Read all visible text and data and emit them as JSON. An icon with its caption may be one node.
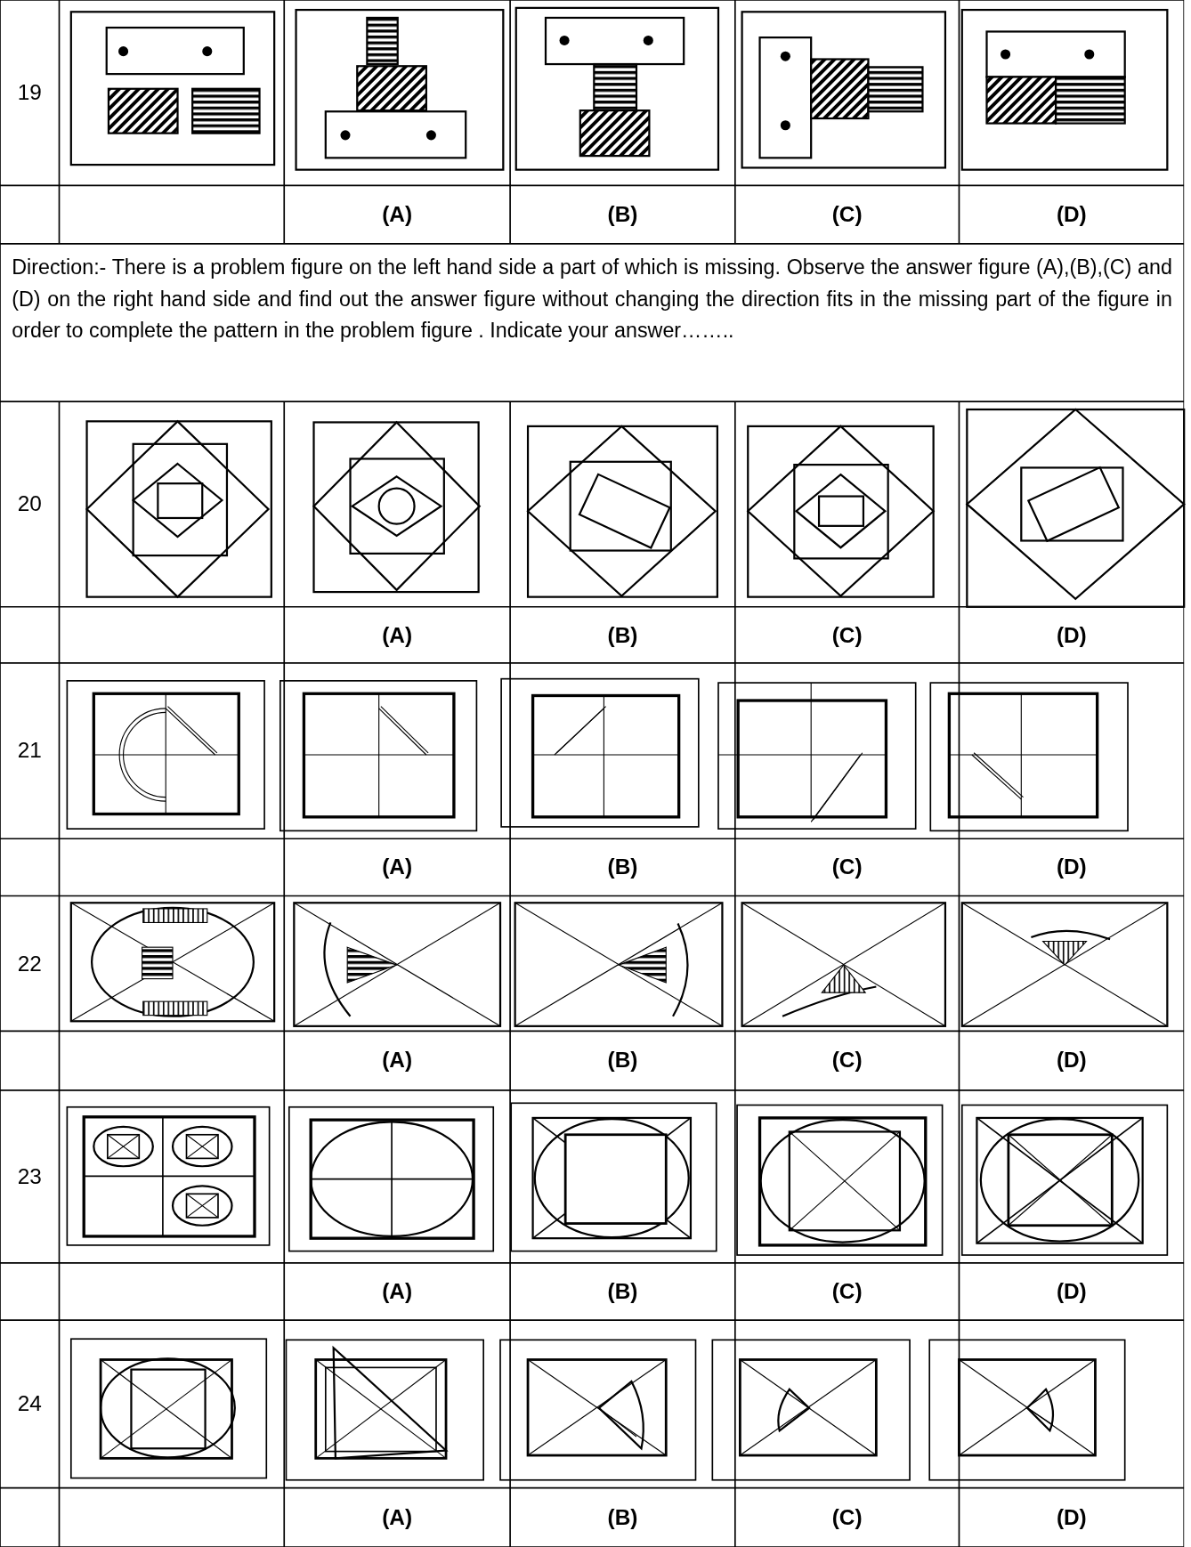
{
  "diagram": {
    "labels": [
      "19",
      "(A)",
      "(B)",
      "(C)",
      "(D)",
      "Direction:- There is a problem figure on the left hand side a part of which is missing. Observe the answer figure (A),(B),(C) and (D) on the right hand side and find out the answer figure without changing the direction fits in the missing part of the figure in order to complete the pattern in the problem figure . Indicate your answer……..",
      "20",
      "(A)",
      "(B)",
      "(C)",
      "(D)",
      "21",
      "(A)",
      "(B)",
      "(C)",
      "(D)",
      "22",
      "(A)",
      "(B)",
      "(C)",
      "(D)",
      "23",
      "(A)",
      "(B)",
      "(C)",
      "(D)",
      "24",
      "(A)",
      "(B)",
      "(C)",
      "(D)"
    ]
  }
}
